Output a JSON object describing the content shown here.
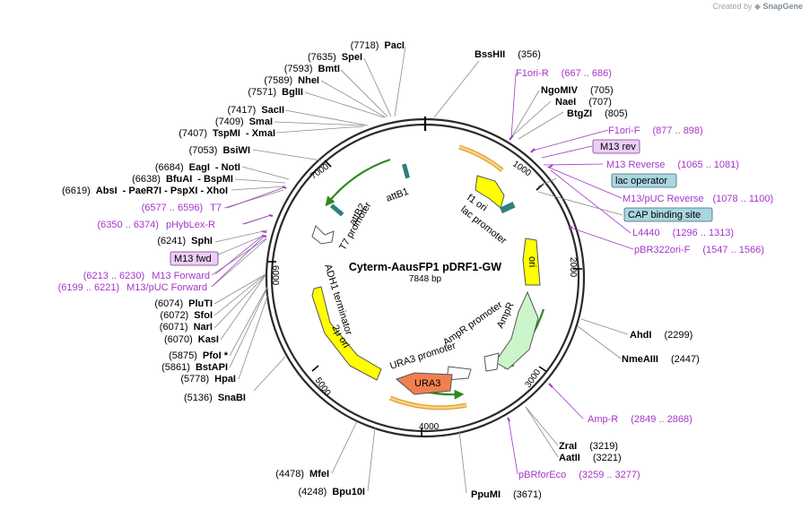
{
  "brand": {
    "prefix": "Created by",
    "name": "SnapGene"
  },
  "plasmid": {
    "name": "Cyterm-AausFP1 pDRF1-GW",
    "length": "7848 bp"
  },
  "ticks": [
    "1000",
    "2000",
    "3000",
    "4000",
    "5000",
    "6000",
    "7000"
  ],
  "enzymes": [
    {
      "id": "paci",
      "name": "PacI",
      "pos": "(7718)"
    },
    {
      "id": "spei",
      "name": "SpeI",
      "pos": "(7635)"
    },
    {
      "id": "bmti",
      "name": "BmtI",
      "pos": "(7593)"
    },
    {
      "id": "nhei",
      "name": "NheI",
      "pos": "(7589)"
    },
    {
      "id": "bglii",
      "name": "BglII",
      "pos": "(7571)"
    },
    {
      "id": "sacii",
      "name": "SacII",
      "pos": "(7417)"
    },
    {
      "id": "smai",
      "name": "SmaI",
      "pos": "(7409)"
    },
    {
      "id": "tspmi",
      "name": "TspMI",
      "extra": "- XmaI",
      "pos": "(7407)"
    },
    {
      "id": "bsiwi",
      "name": "BsiWI",
      "pos": "(7053)"
    },
    {
      "id": "eagi",
      "name": "EagI",
      "extra": "- NotI",
      "pos": "(6684)"
    },
    {
      "id": "bfuai",
      "name": "BfuAI",
      "extra": "- BspMI",
      "pos": "(6638)"
    },
    {
      "id": "absi",
      "name": "AbsI",
      "extra": "- PaeR7I  - PspXI  - XhoI",
      "pos": "(6619)"
    },
    {
      "id": "sphi",
      "name": "SphI",
      "pos": "(6241)"
    },
    {
      "id": "pluti",
      "name": "PluTI",
      "pos": "(6074)"
    },
    {
      "id": "sfoi",
      "name": "SfoI",
      "pos": "(6072)"
    },
    {
      "id": "nari",
      "name": "NarI",
      "pos": "(6071)"
    },
    {
      "id": "kasi",
      "name": "KasI",
      "pos": "(6070)"
    },
    {
      "id": "pfoi",
      "name": "PfoI *",
      "pos": "(5875)"
    },
    {
      "id": "bstapi",
      "name": "BstAPI",
      "pos": "(5861)"
    },
    {
      "id": "hpai",
      "name": "HpaI",
      "pos": "(5778)"
    },
    {
      "id": "snabi",
      "name": "SnaBI",
      "pos": "(5136)"
    },
    {
      "id": "mfei",
      "name": "MfeI",
      "pos": "(4478)"
    },
    {
      "id": "bpu10i",
      "name": "Bpu10I",
      "pos": "(4248)"
    },
    {
      "id": "bsshii",
      "name": "BssHII",
      "pos": "(356)"
    },
    {
      "id": "ngomiv",
      "name": "NgoMIV",
      "pos": "(705)"
    },
    {
      "id": "naei",
      "name": "NaeI",
      "pos": "(707)"
    },
    {
      "id": "btgzi",
      "name": "BtgZI",
      "pos": "(805)"
    },
    {
      "id": "ahdi",
      "name": "AhdI",
      "pos": "(2299)"
    },
    {
      "id": "nmeaiii",
      "name": "NmeAIII",
      "pos": "(2447)"
    },
    {
      "id": "zrai",
      "name": "ZraI",
      "pos": "(3219)"
    },
    {
      "id": "aatii",
      "name": "AatII",
      "pos": "(3221)"
    },
    {
      "id": "ppumi",
      "name": "PpuMI",
      "pos": "(3671)"
    }
  ],
  "primers": [
    {
      "id": "f1ori-r",
      "name": "F1ori-R",
      "range": "(667 .. 686)"
    },
    {
      "id": "f1ori-f",
      "name": "F1ori-F",
      "range": "(877 .. 898)"
    },
    {
      "id": "m13-rev",
      "name": "M13 rev"
    },
    {
      "id": "m13-reverse",
      "name": "M13 Reverse",
      "range": "(1065 .. 1081)"
    },
    {
      "id": "m13puc-reverse",
      "name": "M13/pUC Reverse",
      "range": "(1078 .. 1100)"
    },
    {
      "id": "l4440",
      "name": "L4440",
      "range": "(1296 .. 1313)"
    },
    {
      "id": "pbr322ori-f",
      "name": "pBR322ori-F",
      "range": "(1547 .. 1566)"
    },
    {
      "id": "amp-r",
      "name": "Amp-R",
      "range": "(2849 .. 2868)"
    },
    {
      "id": "pbrforeco",
      "name": "pBRforEco",
      "range": "(3259 .. 3277)"
    },
    {
      "id": "t7",
      "name": "T7",
      "range": "(6577 .. 6596)"
    },
    {
      "id": "phyblex-r",
      "name": "pHybLex-R",
      "range": "(6350 .. 6374)"
    },
    {
      "id": "m13-fwd",
      "name": "M13 fwd"
    },
    {
      "id": "m13-forward",
      "name": "M13 Forward",
      "range": "(6213 .. 6230)"
    },
    {
      "id": "m13puc-forward",
      "name": "M13/pUC Forward",
      "range": "(6199 .. 6221)"
    }
  ],
  "boxes": {
    "lac_operator": "lac operator",
    "cap_site": "CAP binding site"
  },
  "features": {
    "attb1": "attB1",
    "attb2": "attB2",
    "t7_promoter": "T7 promoter",
    "adh1_terminator": "ADH1 terminator",
    "f1_ori": "f1 ori",
    "lac_promoter": "lac promoter",
    "ori": "ori",
    "ampr": "AmpR",
    "ampr_promoter": "AmpR promoter",
    "ura3_promoter": "URA3 promoter",
    "ura3": "URA3",
    "two_micron": "2μ ori"
  },
  "colors": {
    "primer": "#a535c9",
    "ori": "#ffff00",
    "ampr": "#ccf5cc",
    "ura3": "#f08050",
    "promoter": "#ffffff",
    "ring": "#2a2a2a"
  }
}
